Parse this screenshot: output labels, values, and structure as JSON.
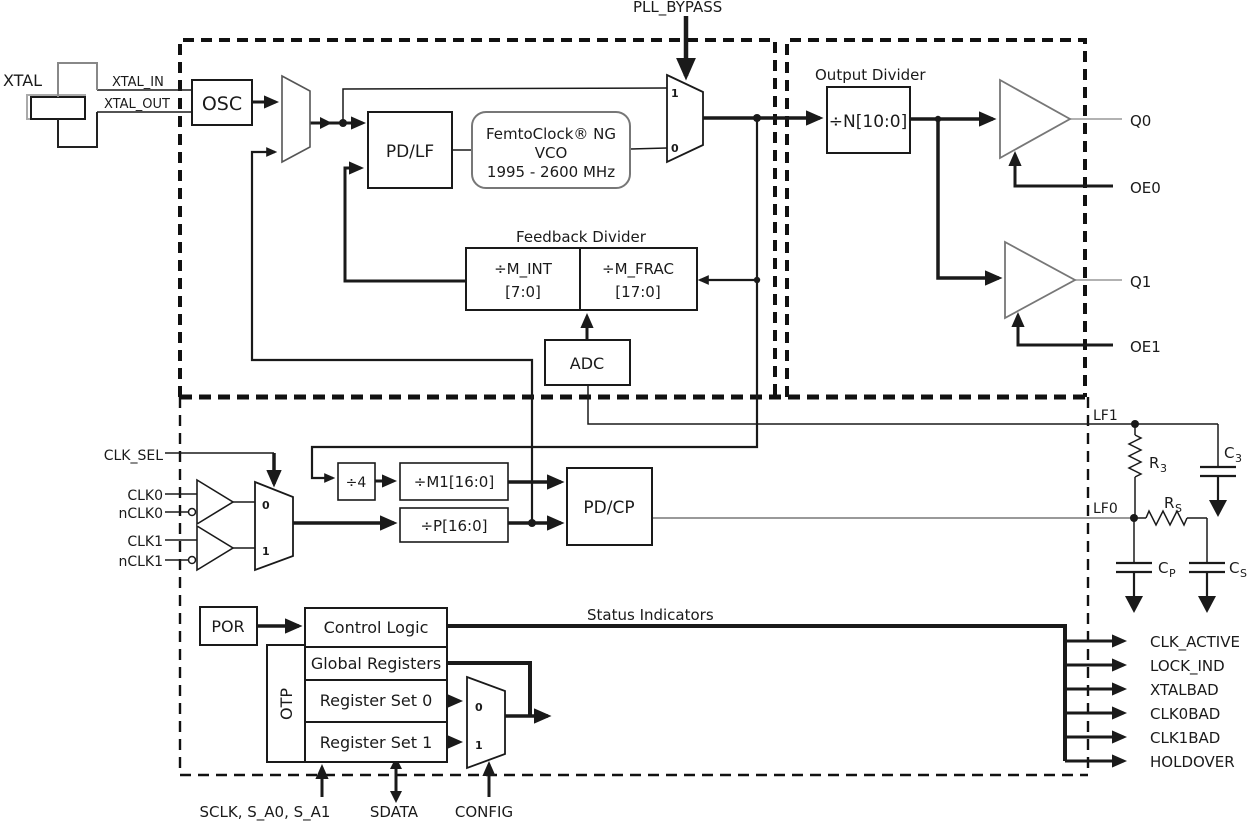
{
  "colors": {
    "line": "#1a1a1a",
    "muted_line": "#999999",
    "background": "#ffffff"
  },
  "top": {
    "pll_bypass": "PLL_BYPASS"
  },
  "xtal": {
    "label": "XTAL",
    "xtal_in": "XTAL_IN",
    "xtal_out": "XTAL_OUT"
  },
  "pll": {
    "osc": "OSC",
    "pdlf": "PD/LF",
    "vco": {
      "line1": "FemtoClock® NG",
      "line2": "VCO",
      "line3": "1995 - 2600 MHz"
    },
    "bypass_mux": {
      "in1": "1",
      "in0": "0"
    },
    "feedback": {
      "title": "Feedback Divider",
      "m_int_name": "÷M_INT",
      "m_int_range": "[7:0]",
      "m_frac_name": "÷M_FRAC",
      "m_frac_range": "[17:0]",
      "adc": "ADC"
    }
  },
  "output": {
    "title": "Output Divider",
    "divider": "÷N[10:0]",
    "q0": "Q0",
    "oe0": "OE0",
    "q1": "Q1",
    "oe1": "OE1"
  },
  "lower": {
    "clk_sel": "CLK_SEL",
    "clk0": "CLK0",
    "nclk0": "nCLK0",
    "clk1": "CLK1",
    "nclk1": "nCLK1",
    "mux": {
      "in0": "0",
      "in1": "1"
    },
    "div4": "÷4",
    "m1": "÷M1[16:0]",
    "p": "÷P[16:0]",
    "pdcp": "PD/CP"
  },
  "loop_filter": {
    "lf1": "LF1",
    "lf0": "LF0",
    "r3": {
      "base": "R",
      "sub": "3"
    },
    "c3": {
      "base": "C",
      "sub": "3"
    },
    "rs": {
      "base": "R",
      "sub": "S"
    },
    "cp": {
      "base": "C",
      "sub": "P"
    },
    "cs": {
      "base": "C",
      "sub": "S"
    }
  },
  "control": {
    "por": "POR",
    "control_logic": "Control Logic",
    "otp": "OTP",
    "global_registers": "Global Registers",
    "register_set_0": "Register Set 0",
    "register_set_1": "Register Set 1",
    "mux": {
      "in0": "0",
      "in1": "1"
    },
    "status_title": "Status Indicators",
    "status": [
      "CLK_ACTIVE",
      "LOCK_IND",
      "XTALBAD",
      "CLK0BAD",
      "CLK1BAD",
      "HOLDOVER"
    ],
    "sclk": "SCLK, S_A0, S_A1",
    "sdata": "SDATA",
    "config": "CONFIG"
  }
}
